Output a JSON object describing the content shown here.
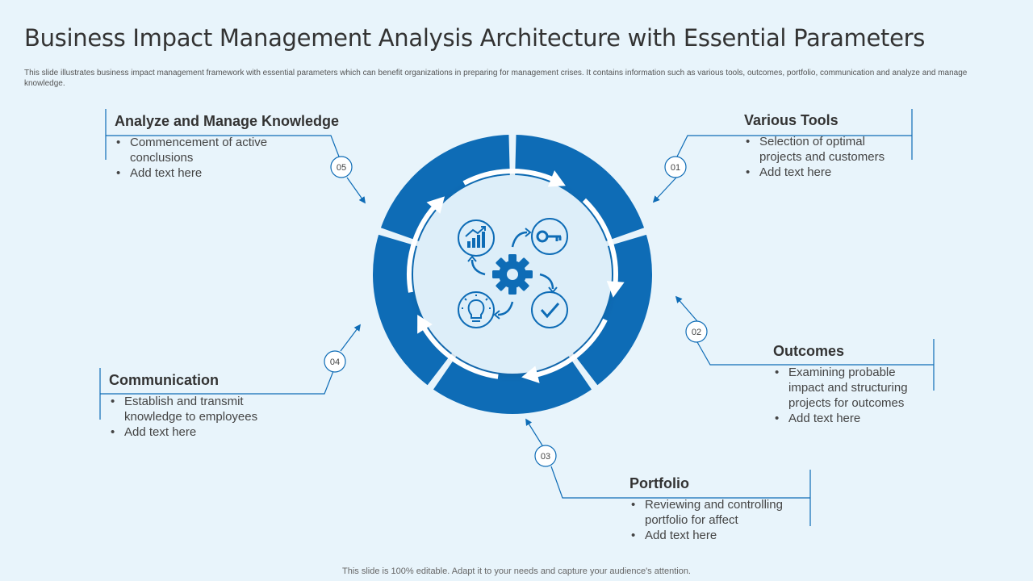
{
  "title": "Business Impact Management Analysis Architecture with Essential Parameters",
  "subtitle": "This slide illustrates business impact management framework with essential parameters which can benefit organizations in preparing for management crises. It contains information such as various tools, outcomes, portfolio, communication and analyze and manage knowledge.",
  "footer": "This slide is 100% editable. Adapt it to your needs and capture your audience's attention.",
  "colors": {
    "accent": "#0e6cb6",
    "light": "#e8f4fb",
    "inner": "#ddeef9"
  },
  "steps": [
    {
      "number": "01",
      "heading": "Various Tools",
      "bullets": [
        "Selection of optimal projects and customers",
        "Add text here"
      ]
    },
    {
      "number": "02",
      "heading": "Outcomes",
      "bullets": [
        "Examining probable impact and structuring projects for outcomes",
        "Add text here"
      ]
    },
    {
      "number": "03",
      "heading": "Portfolio",
      "bullets": [
        "Reviewing and controlling portfolio for affect",
        "Add text here"
      ]
    },
    {
      "number": "04",
      "heading": "Communication",
      "bullets": [
        "Establish and transmit knowledge to employees",
        "Add text here"
      ]
    },
    {
      "number": "05",
      "heading": "Analyze and Manage Knowledge",
      "bullets": [
        "Commencement of active conclusions",
        "Add text here"
      ]
    }
  ],
  "center_icons": [
    "chart-growth-icon",
    "key-icon",
    "gear-icon",
    "lightbulb-icon",
    "checkmark-icon"
  ]
}
